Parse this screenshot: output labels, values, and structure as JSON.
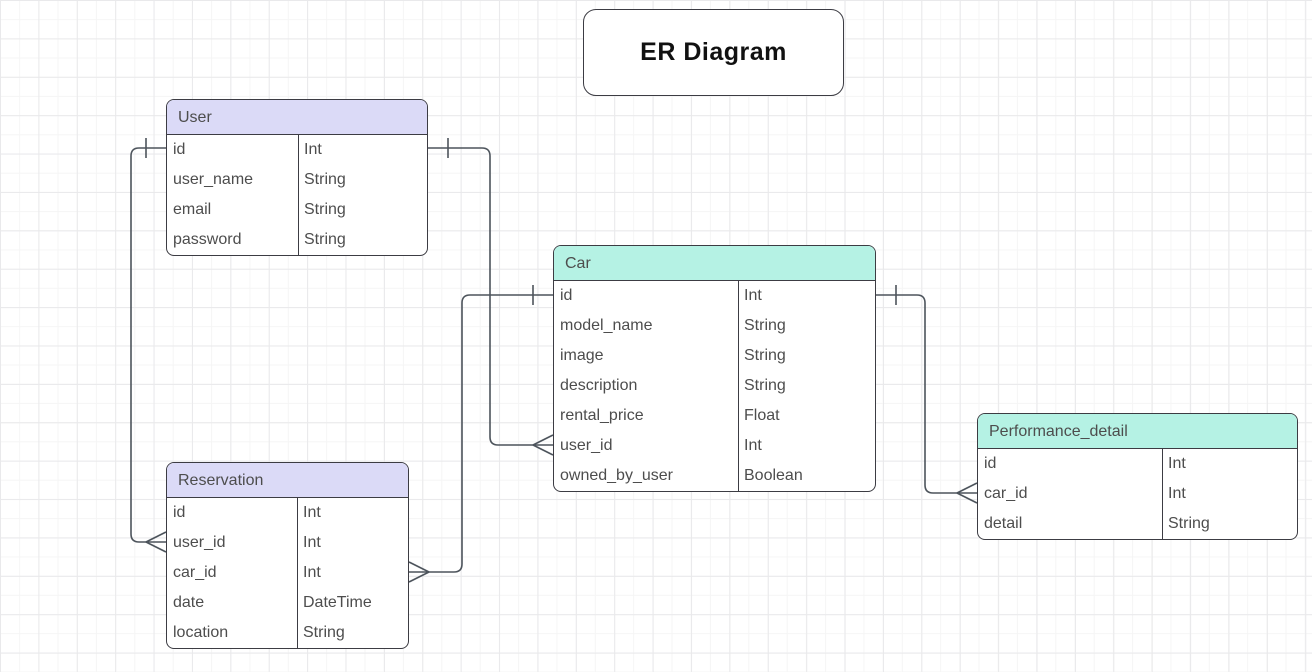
{
  "title": {
    "text": "ER Diagram"
  },
  "colors": {
    "canvas_bg": "#FFFFFF",
    "grid_minor": "#F5F5F5",
    "grid_major": "#E9E9EB",
    "lavender_header": "#DBDAF7",
    "mint_header": "#B5F2E4",
    "table_border": "#3C3C43",
    "row_text": "#4D4D4D",
    "connector": "#4D545C"
  },
  "entities": [
    {
      "name": "User",
      "theme": "lavender",
      "fields": [
        {
          "name": "id",
          "type": "Int"
        },
        {
          "name": "user_name",
          "type": "String"
        },
        {
          "name": "email",
          "type": "String"
        },
        {
          "name": "password",
          "type": "String"
        }
      ]
    },
    {
      "name": "Car",
      "theme": "mint",
      "fields": [
        {
          "name": "id",
          "type": "Int"
        },
        {
          "name": "model_name",
          "type": "String"
        },
        {
          "name": "image",
          "type": "String"
        },
        {
          "name": "description",
          "type": "String"
        },
        {
          "name": "rental_price",
          "type": "Float"
        },
        {
          "name": "user_id",
          "type": "Int"
        },
        {
          "name": "owned_by_user",
          "type": "Boolean"
        }
      ]
    },
    {
      "name": "Reservation",
      "theme": "lavender",
      "fields": [
        {
          "name": "id",
          "type": "Int"
        },
        {
          "name": "user_id",
          "type": "Int"
        },
        {
          "name": "car_id",
          "type": "Int"
        },
        {
          "name": "date",
          "type": "DateTime"
        },
        {
          "name": "location",
          "type": "String"
        }
      ]
    },
    {
      "name": "Performance_detail",
      "theme": "mint",
      "fields": [
        {
          "name": "id",
          "type": "Int"
        },
        {
          "name": "car_id",
          "type": "Int"
        },
        {
          "name": "detail",
          "type": "String"
        }
      ]
    }
  ],
  "relationships": [
    {
      "from_entity": "User",
      "from_field": "id",
      "from_cardinality": "one",
      "to_entity": "Reservation",
      "to_field": "user_id",
      "to_cardinality": "many"
    },
    {
      "from_entity": "User",
      "from_field": "id",
      "from_cardinality": "one",
      "to_entity": "Car",
      "to_field": "user_id",
      "to_cardinality": "many"
    },
    {
      "from_entity": "Car",
      "from_field": "id",
      "from_cardinality": "one",
      "to_entity": "Reservation",
      "to_field": "car_id",
      "to_cardinality": "many"
    },
    {
      "from_entity": "Car",
      "from_field": "id",
      "from_cardinality": "one",
      "to_entity": "Performance_detail",
      "to_field": "car_id",
      "to_cardinality": "many"
    }
  ]
}
